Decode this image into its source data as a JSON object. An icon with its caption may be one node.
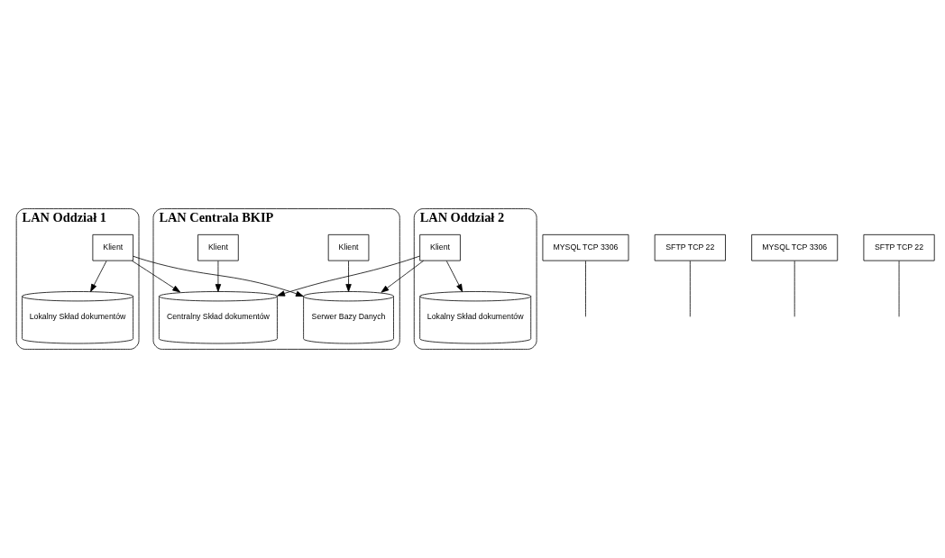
{
  "diagram": {
    "nodes": [
      {
        "text": [
          "LAN Centrala BKIP"
        ]
      },
      {
        "text": [
          "Klient"
        ],
        "in": 0
      },
      {
        "text": [
          "Klient"
        ],
        "in": 0
      },
      {
        "text": [
          "Serwer Bazy Danych"
        ],
        "in": 0
      },
      {
        "text": [
          "Centralny Skład dokumentów"
        ],
        "in": 0
      },
      {
        "text": [
          "LAN Oddział 1"
        ]
      },
      {
        "text": [
          "Klient"
        ],
        "in": 5
      },
      {
        "text": [
          "Lokalny Skład dokumentów"
        ],
        "in": 5
      },
      {
        "text": [
          "LAN Oddział 2"
        ]
      },
      {
        "text": [
          "Klient"
        ],
        "in": 8
      },
      {
        "text": [
          "Lokalny Skład dokumentów"
        ],
        "in": 8
      },
      {
        "text": [
          "MYSQL TCP 3306"
        ]
      },
      {
        "text": [
          "SFTP TCP 22"
        ]
      },
      {
        "text": [
          "MYSQL TCP 3306"
        ]
      },
      {
        "text": [
          "SFTP TCP 22"
        ]
      }
    ],
    "edges": [
      {
        "from": 1,
        "to": 3,
        "arrow": "to"
      },
      {
        "from": 2,
        "to": 4,
        "arrow": "to"
      },
      {
        "from": 6,
        "to": 3,
        "arrow": "to"
      },
      {
        "from": 6,
        "to": 4,
        "arrow": "to"
      },
      {
        "from": 6,
        "to": 7,
        "arrow": "to"
      },
      {
        "from": 9,
        "to": 3,
        "arrow": "to"
      },
      {
        "from": 9,
        "to": 4,
        "arrow": "to"
      },
      {
        "from": 9,
        "to": 10,
        "arrow": "to"
      },
      {
        "from": 11,
        "to": null,
        "arrow": "none"
      },
      {
        "from": 12,
        "to": null,
        "arrow": "none"
      },
      {
        "from": 13,
        "to": null,
        "arrow": "none"
      },
      {
        "from": 14,
        "to": null,
        "arrow": "none"
      }
    ]
  }
}
